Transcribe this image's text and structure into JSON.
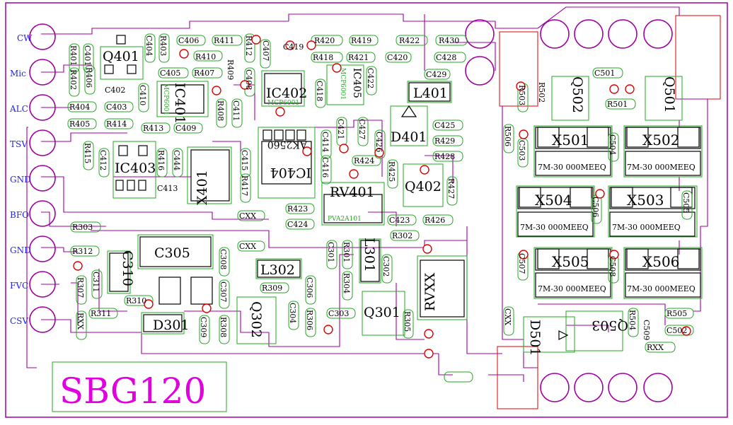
{
  "board": {
    "title": "SBG120",
    "connector_labels": [
      "CW",
      "Mic",
      "ALC",
      "TSV",
      "GND",
      "BFO",
      "GND",
      "FVC",
      "CSV"
    ],
    "crystals": [
      {
        "ref": "X501",
        "value": "7M-30 000MEEQ"
      },
      {
        "ref": "X502",
        "value": "7M-30 000MEEQ"
      },
      {
        "ref": "X504",
        "value": "7M-30 000MEEQ"
      },
      {
        "ref": "X503",
        "value": "7M-30 000MEEQ"
      },
      {
        "ref": "X505",
        "value": "7M-30 000MEEQ"
      },
      {
        "ref": "X506",
        "value": "7M-30 000MEEQ"
      }
    ],
    "large_labels": [
      "Q401",
      "IC401",
      "IC402",
      "L401",
      "D401",
      "X401",
      "IC403",
      "IC404",
      "RV401",
      "Q402",
      "C305",
      "C310",
      "L302",
      "L301",
      "Q302",
      "Q301",
      "D301",
      "RVXX",
      "Q502",
      "Q501",
      "Q503",
      "D501",
      "IC405"
    ],
    "small_labels": [
      "C406",
      "R411",
      "C407",
      "C419",
      "R420",
      "R419",
      "R422",
      "R430",
      "R401",
      "C401",
      "C404",
      "R403",
      "R410",
      "R412",
      "R418",
      "R421",
      "C420",
      "C428",
      "R402",
      "R406",
      "C405",
      "R407",
      "R409",
      "C408",
      "C429",
      "C402",
      "C410",
      "R404",
      "C403",
      "R408",
      "C411",
      "C418",
      "C422",
      "R405",
      "R414",
      "R413",
      "C409",
      "C421",
      "C427",
      "C426",
      "C425",
      "R429",
      "R428",
      "R415",
      "C412",
      "R416",
      "C444",
      "C413",
      "C416",
      "C414",
      "C415",
      "R417",
      "R424",
      "R425",
      "R427",
      "R423",
      "C424",
      "C423",
      "R426",
      "CXX",
      "R303",
      "R302",
      "R312",
      "C308",
      "CXX",
      "C301",
      "R301",
      "C302",
      "R309",
      "C304",
      "C303",
      "C306",
      "R306",
      "R304",
      "R305",
      "C311",
      "R307",
      "R310",
      "R311",
      "C307",
      "C309",
      "R308",
      "RXX",
      "CXX",
      "R503",
      "R502",
      "C501",
      "R501",
      "R506",
      "C503",
      "C504",
      "C505",
      "C506",
      "C507",
      "C508",
      "R504",
      "C502",
      "C509",
      "R505",
      "RXX"
    ],
    "chip_markings": [
      "MCP6001",
      "MCP6001",
      "MCP6001",
      "AK2560",
      "PVA2A101"
    ]
  }
}
